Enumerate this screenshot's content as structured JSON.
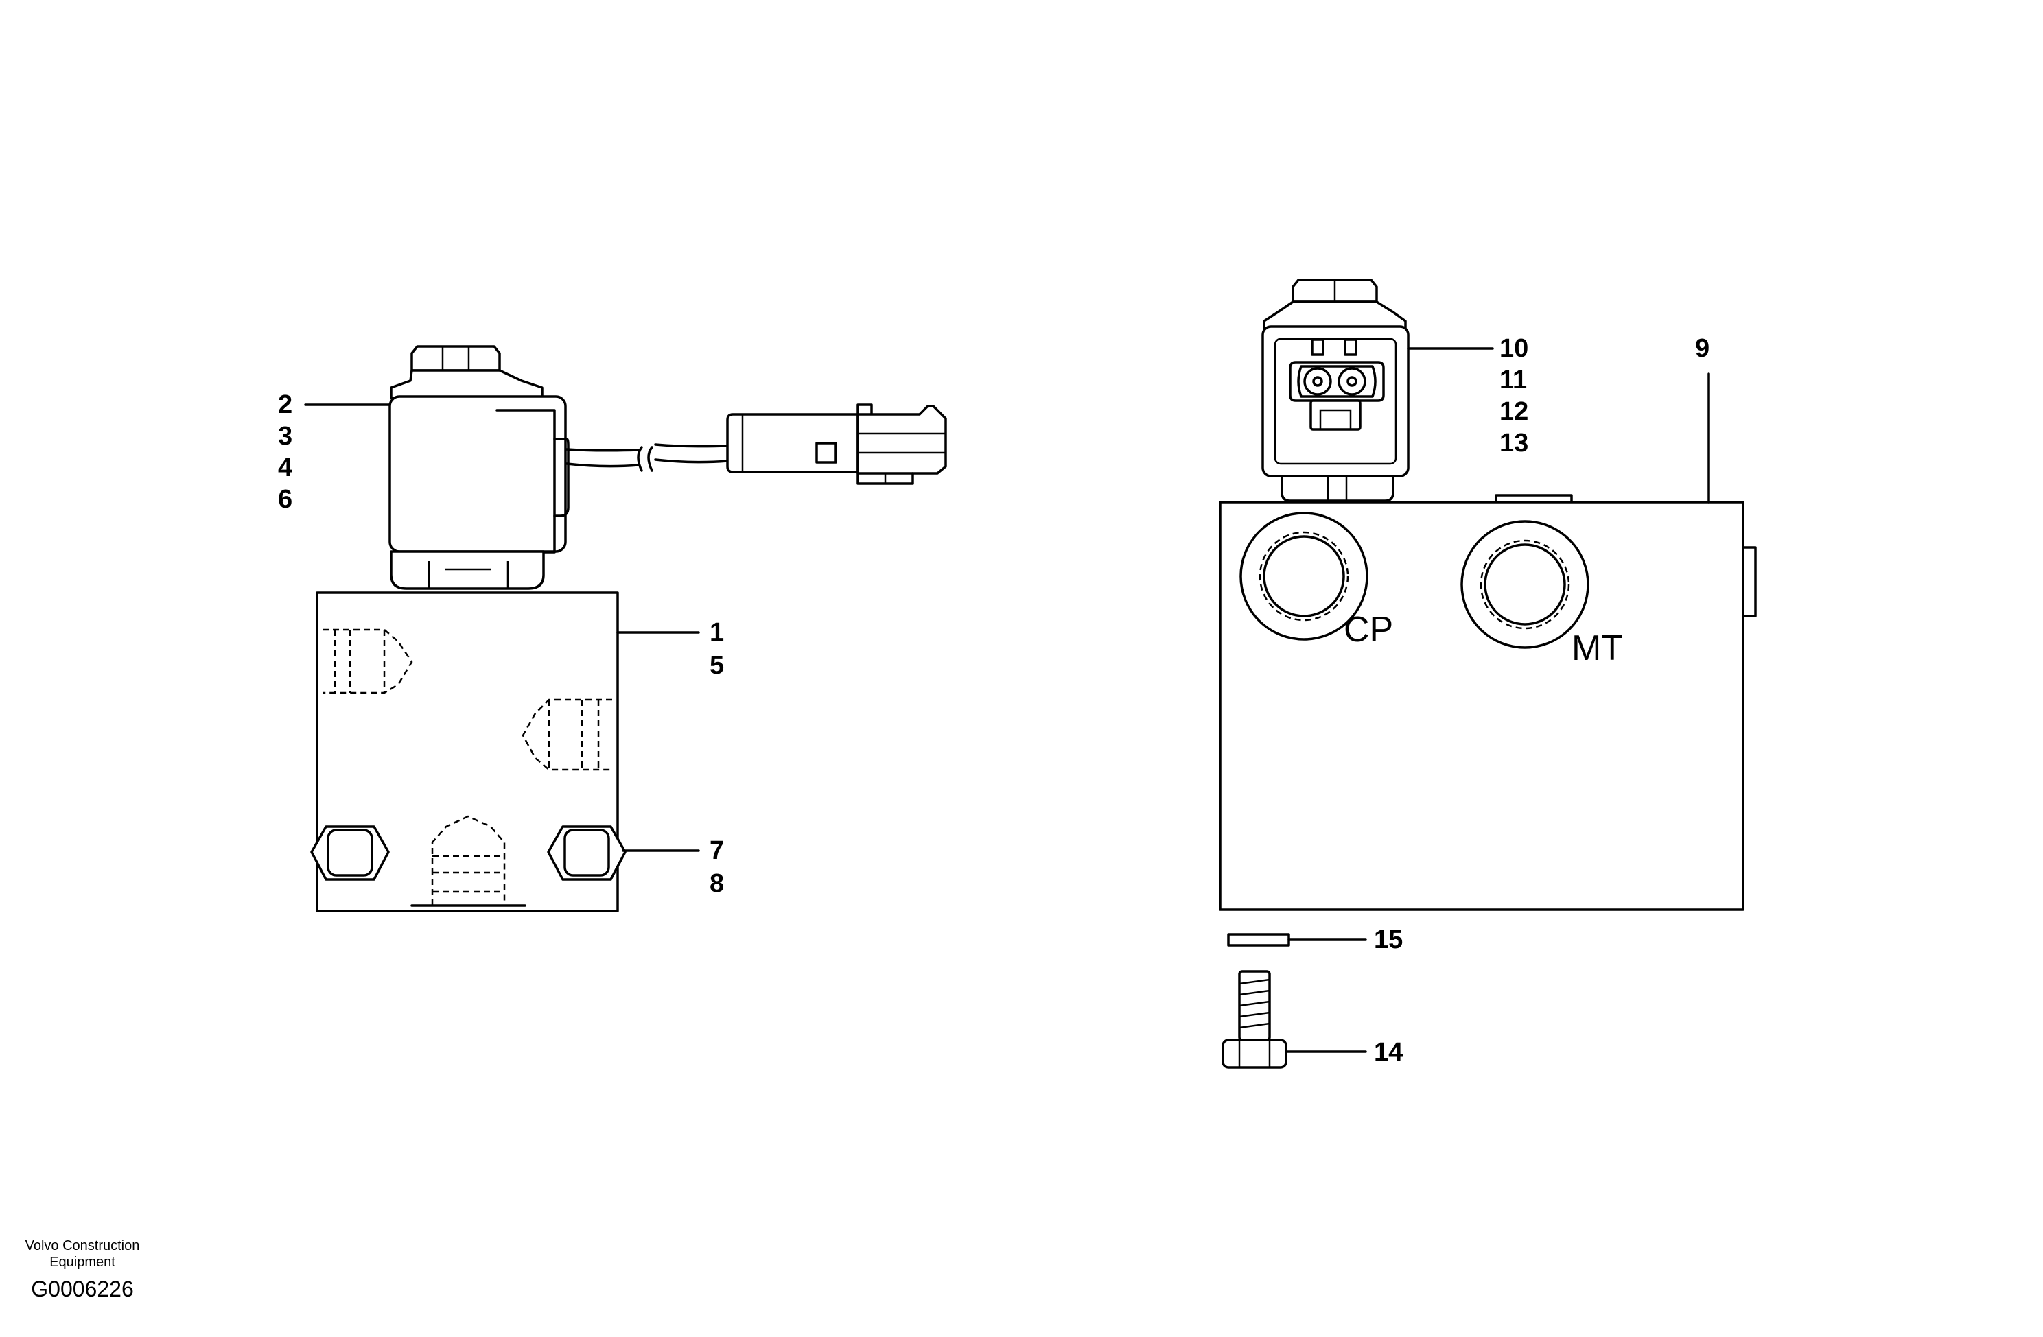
{
  "callouts": {
    "c1": "1",
    "c2": "2",
    "c3": "3",
    "c4": "4",
    "c5": "5",
    "c6": "6",
    "c7": "7",
    "c8": "8",
    "c9": "9",
    "c10": "10",
    "c11": "11",
    "c12": "12",
    "c13": "13",
    "c14": "14",
    "c15": "15"
  },
  "ports": {
    "cp": "CP",
    "mt": "MT"
  },
  "footer": {
    "company_line1": "Volvo Construction",
    "company_line2": "Equipment",
    "drawing_code": "G0006226"
  }
}
